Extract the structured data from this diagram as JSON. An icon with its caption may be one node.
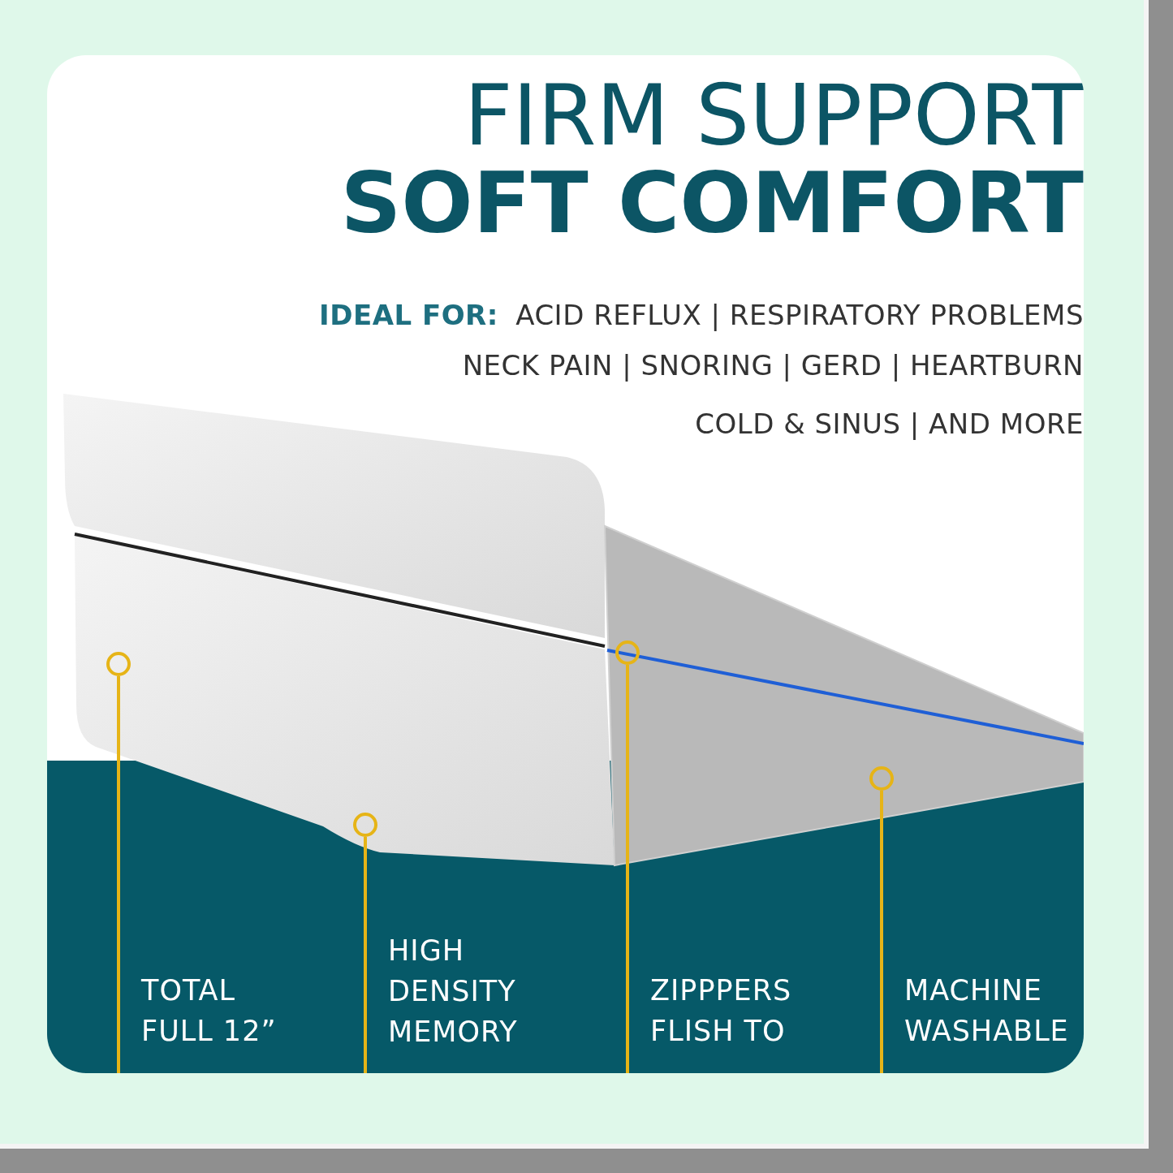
{
  "diagram": {
    "nodes": [
      {
        "text": [],
        "shape": "circle"
      },
      {
        "text": [],
        "shape": "circle"
      },
      {
        "text": [],
        "shape": "circle"
      },
      {
        "text": [],
        "shape": "circle"
      },
      {
        "text": [
          "TOTAL FULL 12”"
        ]
      },
      {
        "text": [
          "HIGH DENSITY MEMORY"
        ]
      },
      {
        "text": [
          "ZIPPPERS FLISH TO"
        ]
      },
      {
        "text": [
          "MACHINE WASHABLE"
        ]
      }
    ],
    "edges": [
      {
        "from": 4,
        "to": 0,
        "arrow": "none"
      },
      {
        "from": 5,
        "to": 1,
        "arrow": "none"
      },
      {
        "from": 6,
        "to": 2,
        "arrow": "none"
      },
      {
        "from": 7,
        "to": 3,
        "arrow": "none"
      }
    ],
    "labels": [
      "FIRM SUPPORT",
      "SOFT COMFORT",
      "**IDEAL FOR:** ACID REFLUX | RESPIRATORY PROBLEMS",
      "NECK PAIN | SNORING | GERD | HEARTBURN",
      "COLD & SINUS | AND MORE"
    ]
  }
}
